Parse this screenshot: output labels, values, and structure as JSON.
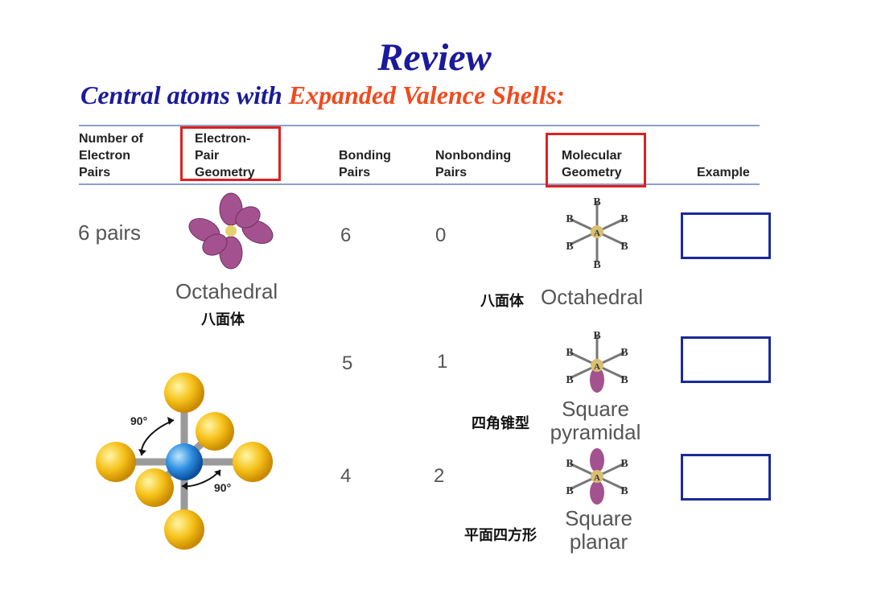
{
  "slide": {
    "title": "Review",
    "subtitle_part1": "Central atoms with ",
    "subtitle_part2": "Expanded Valence Shells:"
  },
  "table": {
    "headers": {
      "col1": [
        "Number of",
        "Electron",
        "Pairs"
      ],
      "col2": [
        "Electron-",
        "Pair",
        "Geometry"
      ],
      "col3": [
        "Bonding",
        "Pairs"
      ],
      "col4": [
        "Nonbonding",
        "Pairs"
      ],
      "col5": [
        "Molecular",
        "Geometry"
      ],
      "col6": "Example"
    },
    "pairs_label": "6 pairs",
    "electron_geometry": "Octahedral",
    "electron_geometry_cn": "八面体",
    "rows": [
      {
        "bonding": "6",
        "nonbonding": "0",
        "geometry_line1": "Octahedral",
        "geometry_line2": "",
        "geometry_cn": "八面体"
      },
      {
        "bonding": "5",
        "nonbonding": "1",
        "geometry_line1": "Square",
        "geometry_line2": "pyramidal",
        "geometry_cn": "四角锥型"
      },
      {
        "bonding": "4",
        "nonbonding": "2",
        "geometry_line1": "Square",
        "geometry_line2": "planar",
        "geometry_cn": "平面四方形"
      }
    ]
  },
  "molecule_labels": {
    "central": "A",
    "ligand": "B"
  },
  "angles": {
    "upper": "90°",
    "lower": "90°"
  },
  "colors": {
    "title": "#1a1a9a",
    "highlight": "#f04a1e",
    "redbox": "#e02020",
    "answerbox": "#1a2a9a"
  }
}
